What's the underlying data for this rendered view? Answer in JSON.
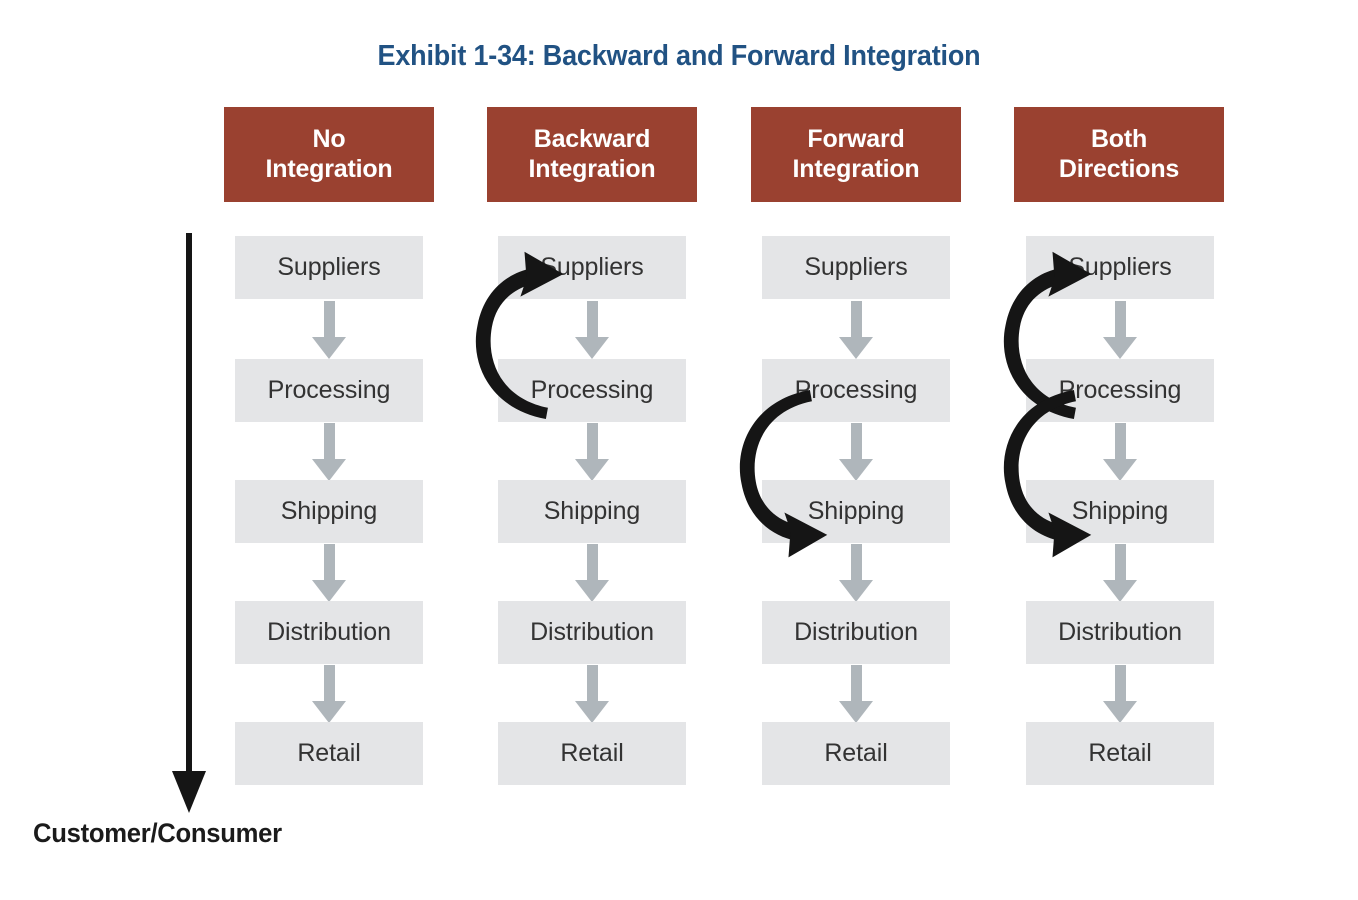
{
  "title": "Exhibit 1-34: Backward and Forward Integration",
  "theme": {
    "header_bg": "#9A4130",
    "header_text": "#FFFFFF",
    "stage_bg": "#E4E5E7",
    "stage_text": "#333333",
    "flow_arrow": "#AFB6BB",
    "title_color": "#215283",
    "integration_arrow": "#151515",
    "page_bg": "#FFFFFF"
  },
  "consumer_flow": {
    "label": "Customer/Consumer",
    "direction": "down"
  },
  "stage_labels": [
    "Suppliers",
    "Processing",
    "Shipping",
    "Distribution",
    "Retail"
  ],
  "columns": [
    {
      "id": "no-integration",
      "header_line1": "No",
      "header_line2": "Integration",
      "stages": [
        "Suppliers",
        "Processing",
        "Shipping",
        "Distribution",
        "Retail"
      ],
      "integration_arrows": []
    },
    {
      "id": "backward-integration",
      "header_line1": "Backward",
      "header_line2": "Integration",
      "stages": [
        "Suppliers",
        "Processing",
        "Shipping",
        "Distribution",
        "Retail"
      ],
      "integration_arrows": [
        {
          "type": "backward",
          "from": "Processing",
          "to": "Suppliers"
        }
      ]
    },
    {
      "id": "forward-integration",
      "header_line1": "Forward",
      "header_line2": "Integration",
      "stages": [
        "Suppliers",
        "Processing",
        "Shipping",
        "Distribution",
        "Retail"
      ],
      "integration_arrows": [
        {
          "type": "forward",
          "from": "Processing",
          "to": "Shipping"
        }
      ]
    },
    {
      "id": "both-directions",
      "header_line1": "Both",
      "header_line2": "Directions",
      "stages": [
        "Suppliers",
        "Processing",
        "Shipping",
        "Distribution",
        "Retail"
      ],
      "integration_arrows": [
        {
          "type": "backward",
          "from": "Processing",
          "to": "Suppliers"
        },
        {
          "type": "forward",
          "from": "Processing",
          "to": "Shipping"
        }
      ]
    }
  ]
}
